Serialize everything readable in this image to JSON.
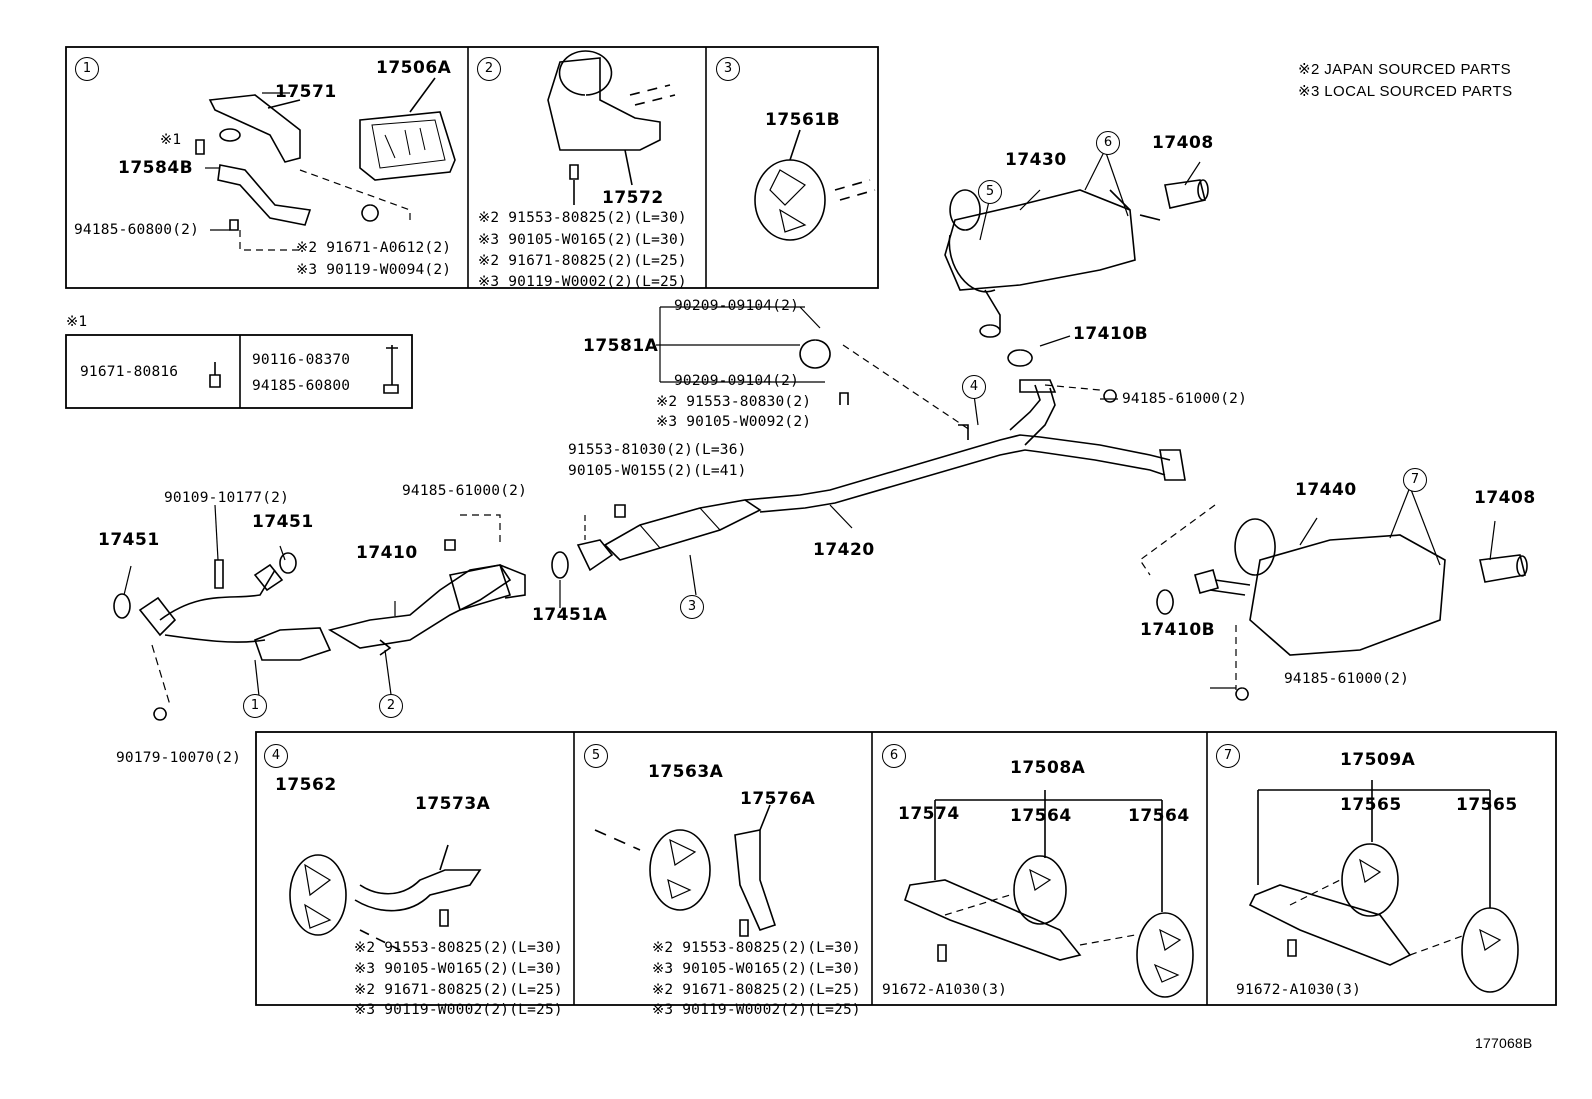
{
  "notes": {
    "japan": "※2 JAPAN SOURCED PARTS",
    "local": "※3 LOCAL SOURCED PARTS"
  },
  "diagram_code": "177068B",
  "box1": {
    "num": "1",
    "p1": "17571",
    "p2": "17506A",
    "p3": "17584B",
    "star1": "※1",
    "f1": "94185-60800(2)",
    "f2": "※2 91671-A0612(2)",
    "f3": "※3 90119-W0094(2)"
  },
  "box2": {
    "num": "2",
    "p1": "17572",
    "f1": "※2 91553-80825(2)(L=30)",
    "f2": "※3 90105-W0165(2)(L=30)",
    "f3": "※2 91671-80825(2)(L=25)",
    "f4": "※3 90119-W0002(2)(L=25)"
  },
  "box3": {
    "num": "3",
    "p1": "17561B"
  },
  "star1box": {
    "title": "※1",
    "f1": "91671-80816",
    "f2": "90116-08370",
    "f3": "94185-60800"
  },
  "main": {
    "p17430": "17430",
    "p17408a": "17408",
    "p17410b_top": "17410B",
    "p17581a": "17581A",
    "f_90209a": "90209-09104(2)",
    "f_90209b": "90209-09104(2)",
    "f_91553_830": "※2 91553-80830(2)",
    "f_90105_92": "※3 90105-W0092(2)",
    "f_94185_61000_top": "94185-61000(2)",
    "f_91553_1030": "91553-81030(2)(L=36)",
    "f_90105_155": "90105-W0155(2)(L=41)",
    "f_90109": "90109-10177(2)",
    "f_94185_61000_mid": "94185-61000(2)",
    "p17451a": "17451",
    "p17451b": "17451",
    "p17410": "17410",
    "p17451A": "17451A",
    "p17420": "17420",
    "p17440": "17440",
    "p17408b": "17408",
    "p17410b_bot": "17410B",
    "f_94185_61000_bot": "94185-61000(2)",
    "f_90179": "90179-10070(2)",
    "c1": "1",
    "c2": "2",
    "c3": "3",
    "c4": "4",
    "c5": "5",
    "c6": "6",
    "c7": "7"
  },
  "box4": {
    "num": "4",
    "p1": "17562",
    "p2": "17573A",
    "f1": "※2 91553-80825(2)(L=30)",
    "f2": "※3 90105-W0165(2)(L=30)",
    "f3": "※2 91671-80825(2)(L=25)",
    "f4": "※3 90119-W0002(2)(L=25)"
  },
  "box5": {
    "num": "5",
    "p1": "17563A",
    "p2": "17576A",
    "f1": "※2 91553-80825(2)(L=30)",
    "f2": "※3 90105-W0165(2)(L=30)",
    "f3": "※2 91671-80825(2)(L=25)",
    "f4": "※3 90119-W0002(2)(L=25)"
  },
  "box6": {
    "num": "6",
    "p0": "17508A",
    "p1": "17574",
    "p2": "17564",
    "p3": "17564",
    "f1": "91672-A1030(3)"
  },
  "box7": {
    "num": "7",
    "p0": "17509A",
    "p1": "17565",
    "p2": "17565",
    "f1": "91672-A1030(3)"
  }
}
